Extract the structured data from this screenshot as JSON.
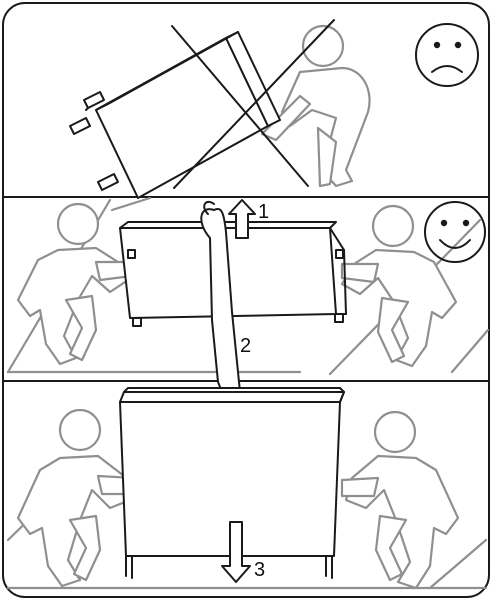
{
  "steps": [
    {
      "number": "1"
    },
    {
      "number": "2"
    },
    {
      "number": "3"
    }
  ],
  "panels": [
    {
      "verdict": "wrong",
      "face": "sad-face-icon"
    },
    {
      "verdict": "correct",
      "face": "happy-face-icon"
    },
    {
      "verdict": "",
      "face": ""
    }
  ],
  "colors": {
    "line": "#1a1a1a",
    "figure_outline": "#8f8f8f",
    "background": "#ffffff"
  }
}
